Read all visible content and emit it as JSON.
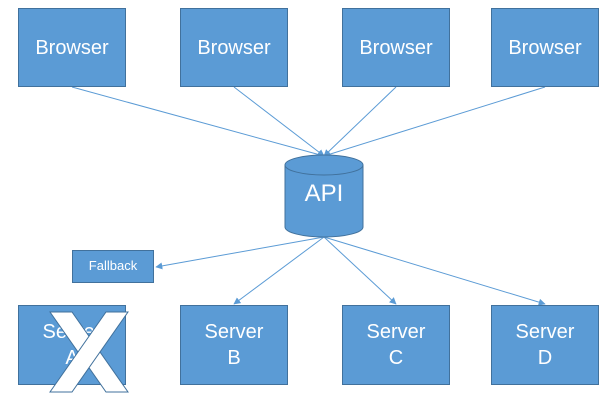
{
  "diagram": {
    "browsers": [
      "Browser",
      "Browser",
      "Browser",
      "Browser"
    ],
    "api": "API",
    "fallback": "Fallback",
    "servers": [
      "Server\nA",
      "Server\nB",
      "Server\nC",
      "Server\nD"
    ],
    "failed_server": "Server A",
    "colors": {
      "node_fill": "#5b9bd5",
      "node_border": "#41719c",
      "arrow": "#5b9bd5",
      "failure_mark": "#ffffff"
    }
  }
}
